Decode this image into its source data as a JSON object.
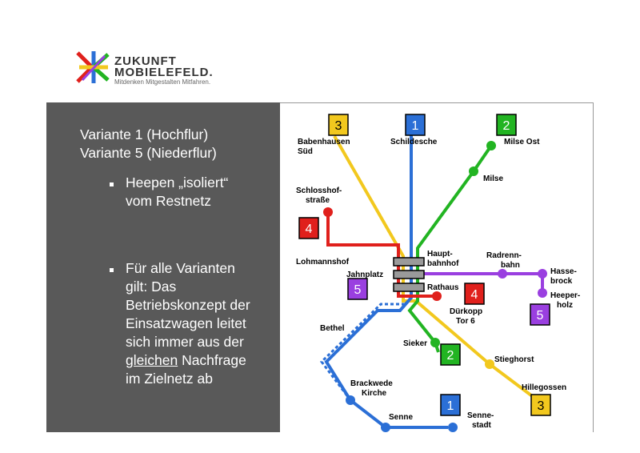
{
  "logo": {
    "line1": "ZUKUNFT",
    "line2": "MOBIELEFELD.",
    "tagline": "Mitdenken Mitgestalten Mitfahren."
  },
  "panel": {
    "line1": "Variante 1 (Hochflur)",
    "line2": "Variante 5 (Niederflur)",
    "bullet1": [
      "Heepen „isoliert“",
      "vom Restnetz"
    ],
    "bullet2_lines": [
      "Für alle Varianten",
      "gilt: Das",
      "Betriebskonzept der",
      "Einsatzwagen leitet",
      "sich immer aus der"
    ],
    "bullet2_underlined": "gleichen",
    "bullet2_after_underline": " Nachfrage",
    "bullet2_last": "im Zielnetz ab"
  },
  "colors": {
    "line1": "#2b6fd6",
    "line2": "#22b422",
    "line3": "#f2c81e",
    "line4": "#e0201c",
    "line5": "#9a3fe0",
    "panel": "#595959"
  },
  "map": {
    "badges": {
      "b3_top": "3",
      "b1_top": "1",
      "b2_top": "2",
      "b4_left": "4",
      "b5_left": "5",
      "b4_right": "4",
      "b5_right": "5",
      "b2_bottom": "2",
      "b3_bottom": "3",
      "b1_bottom": "1"
    },
    "stations": {
      "babenhausen": [
        "Babenhausen",
        "Süd"
      ],
      "schildesche": "Schildesche",
      "milse_ost": "Milse Ost",
      "milse": "Milse",
      "schlosshof": [
        "Schlosshof-",
        "straße"
      ],
      "lohmannshof": "Lohmannshof",
      "hbf": [
        "Haupt-",
        "bahnhof"
      ],
      "jahnplatz": "Jahnplatz",
      "rathaus": "Rathaus",
      "radrennbahn": [
        "Radrenn-",
        "bahn"
      ],
      "hassebrock": [
        "Hasse-",
        "brock"
      ],
      "heeperholz": [
        "Heeper-",
        "holz"
      ],
      "duerkopp": [
        "Dürkopp",
        "Tor 6"
      ],
      "bethel": "Bethel",
      "sieker": "Sieker",
      "stieghorst": "Stieghorst",
      "brackwede": [
        "Brackwede",
        "Kirche"
      ],
      "hillegossen": "Hillegossen",
      "senne": "Senne",
      "sennestadt": [
        "Senne-",
        "stadt"
      ]
    }
  }
}
